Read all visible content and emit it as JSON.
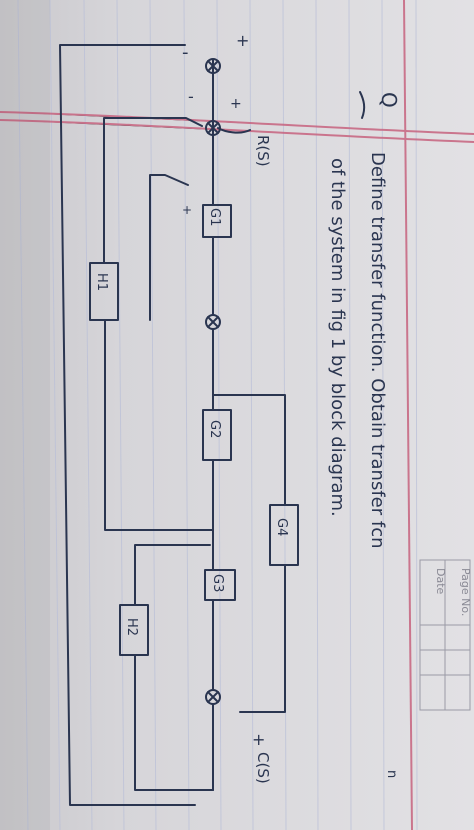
{
  "page_header": {
    "page_no_label": "Page No.",
    "date_label": "Date"
  },
  "question": {
    "number": "Q",
    "line1": "Define transfer function. Obtain transfer fcn",
    "superscript": "n",
    "line2": "of the system in fig 1 by block diagram."
  },
  "diagram": {
    "input_label": "R(S)",
    "output_label": "C(S)",
    "blocks": {
      "g1": "G1",
      "g2": "G2",
      "g3": "G3",
      "g4": "G4",
      "h1": "H1",
      "h2": "H2"
    },
    "signs": {
      "plus": "+",
      "minus": "-"
    }
  },
  "colors": {
    "paper": "#dcdbde",
    "ink": "#2a3550",
    "rule_pink": "#c7637f",
    "rule_blue": "#b9bfd8",
    "shadow": "#c4c3c7"
  }
}
